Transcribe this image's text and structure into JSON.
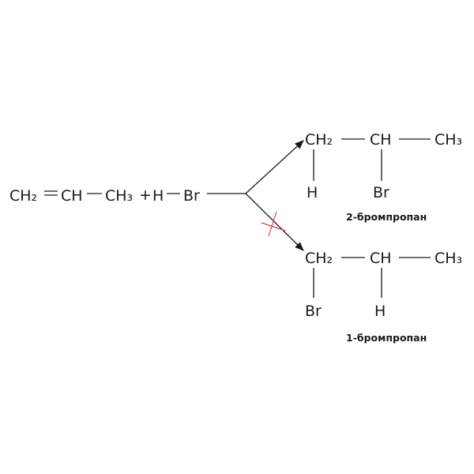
{
  "reactants": {
    "ch2": "CH₂",
    "ch": "CH",
    "ch3": "CH₃",
    "plus": "+",
    "h": "H",
    "br": "Br"
  },
  "product_top": {
    "ch2": "CH₂",
    "ch": "CH",
    "ch3": "CH₃",
    "sub_h": "H",
    "sub_br": "Br",
    "name": "2-бромпропан"
  },
  "product_bottom": {
    "ch2": "CH₂",
    "ch": "CH",
    "ch3": "CH₃",
    "sub_br": "Br",
    "sub_h": "H",
    "name": "1-бромпропан"
  },
  "colors": {
    "text": "#1a1a1a",
    "forbidden_mark": "#e0403a"
  }
}
